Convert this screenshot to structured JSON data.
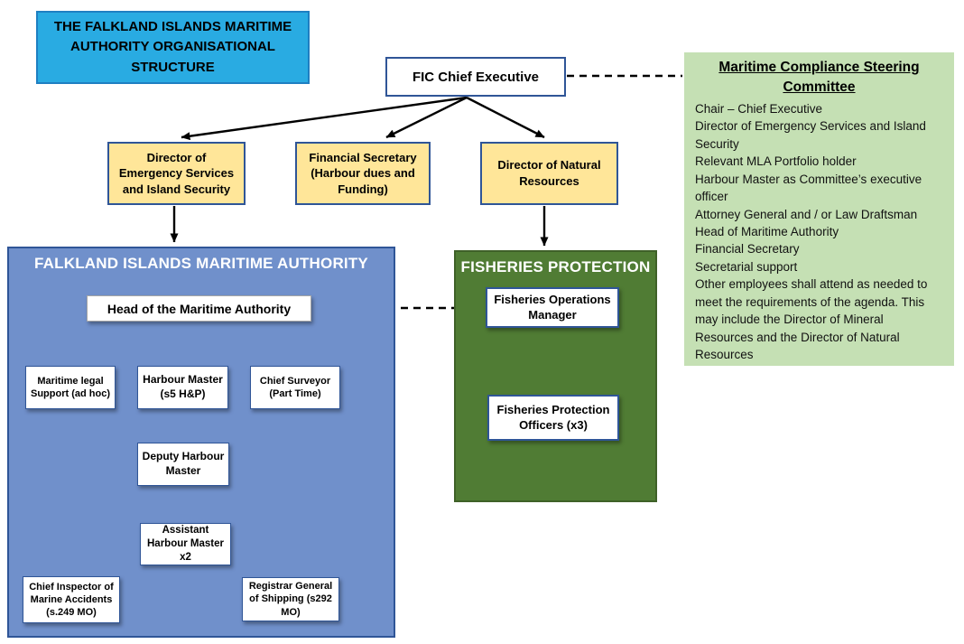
{
  "title_box": {
    "text": "THE FALKLAND ISLANDS MARITIME AUTHORITY ORGANISATIONAL STRUCTURE"
  },
  "org": {
    "fic_chief_executive": "FIC Chief Executive",
    "director_emergency": "Director of Emergency Services and Island Security",
    "financial_secretary": "Financial Secretary (Harbour dues and Funding)",
    "director_natural_resources": "Director of Natural Resources"
  },
  "maritime_authority": {
    "header": "FALKLAND ISLANDS MARITIME AUTHORITY",
    "head": "Head of the Maritime Authority",
    "maritime_legal": "Maritime legal Support  (ad hoc)",
    "harbour_master": "Harbour Master (s5 H&P)",
    "chief_surveyor": "Chief Surveyor (Part Time)",
    "deputy_harbour_master": "Deputy Harbour Master",
    "assistant_harbour_master": "Assistant Harbour Master x2",
    "chief_inspector": "Chief Inspector  of Marine Accidents (s.249 MO)",
    "registrar_general": "Registrar General of Shipping  (s292 MO)"
  },
  "fisheries": {
    "header": "FISHERIES PROTECTION",
    "operations_manager": "Fisheries Operations Manager",
    "protection_officers": "Fisheries Protection Officers (x3)"
  },
  "committee": {
    "title": "Maritime Compliance Steering Committee",
    "members": [
      "Chair – Chief Executive",
      "Director of Emergency Services and Island Security",
      "Relevant MLA Portfolio holder",
      "Harbour Master as Committee’s executive officer",
      "Attorney General and / or Law Draftsman",
      "Head of Maritime Authority",
      "Financial Secretary",
      "Secretarial support",
      "Other employees shall attend as needed to meet the requirements of the agenda. This may include the Director of Mineral Resources and the Director of Natural Resources"
    ]
  },
  "colors": {
    "cyan": "#29ABE2",
    "yellow": "#FFE699",
    "blue_panel": "#7090CB",
    "green_panel": "#507C34",
    "light_green": "#C5E0B4",
    "border_blue": "#2F5597"
  }
}
